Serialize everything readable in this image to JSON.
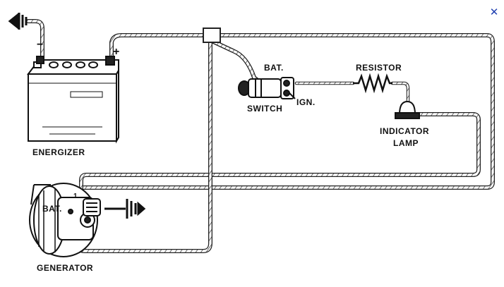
{
  "window": {
    "close_glyph": "✕",
    "close_icon": "close-icon",
    "accent_color": "#1f3fb0"
  },
  "diagram": {
    "labels": {
      "energizer": "ENERGIZER",
      "bat_top": "BAT.",
      "switch": "SWITCH",
      "ign": "IGN.",
      "resistor": "RESISTOR",
      "indicator_line1": "INDICATOR",
      "indicator_line2": "LAMP",
      "bat_gen": "BAT.",
      "generator": "GENERATOR",
      "terminal_1": "1",
      "minus": "−",
      "plus": "+"
    },
    "icons": [
      "ground-symbol-icon",
      "battery-icon",
      "ignition-switch-icon",
      "resistor-icon",
      "indicator-lamp-icon",
      "generator-icon"
    ]
  }
}
